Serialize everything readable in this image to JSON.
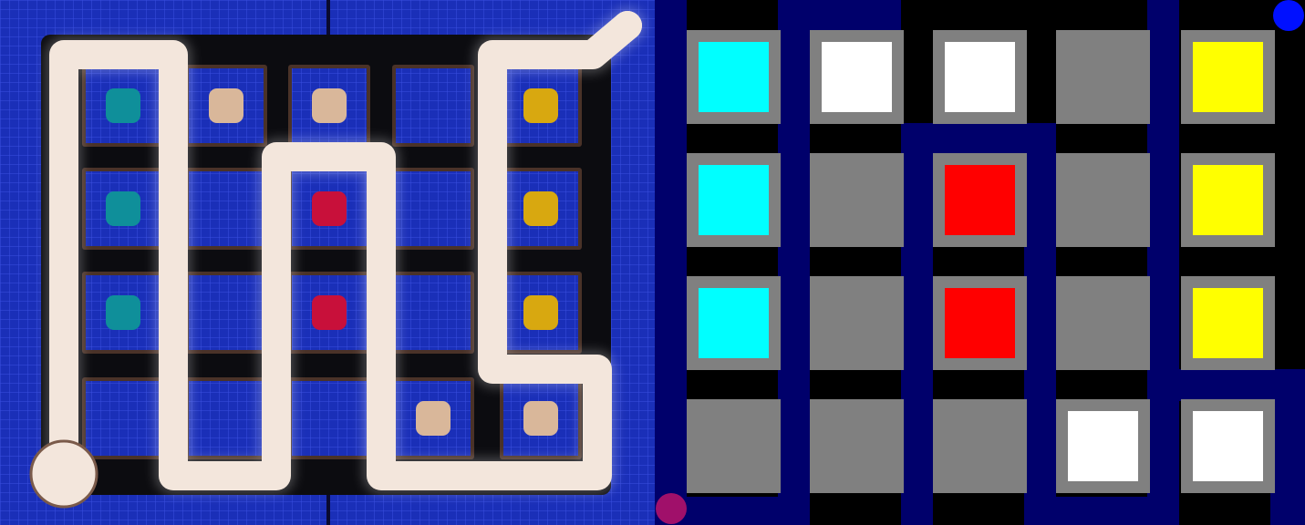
{
  "colors": {
    "board_blue": "#1a2fb8",
    "board_grid": "#3a4fe0",
    "board_frame": "#0c0c10",
    "cell_border": "#4a3228",
    "path_cream": "#f3e6dc",
    "schema_bg": "#000000",
    "schema_path": "#00006b",
    "schema_cell": "#808080",
    "start_marker": "#a0106a",
    "end_marker": "#0010ff"
  },
  "grid": {
    "rows": 4,
    "cols": 5
  },
  "cells": [
    [
      "cyan",
      "tan",
      "tan",
      "empty",
      "yellow"
    ],
    [
      "cyan",
      "empty",
      "red",
      "empty",
      "yellow"
    ],
    [
      "cyan",
      "empty",
      "red",
      "empty",
      "yellow"
    ],
    [
      "empty",
      "empty",
      "empty",
      "tan",
      "tan"
    ]
  ],
  "token_colors_3d": {
    "cyan": "#0f8f9a",
    "tan": "#d9b79a",
    "red": "#c8103a",
    "yellow": "#d8a810"
  },
  "token_colors_schema": {
    "cyan": "#00ffff",
    "tan": "#ffffff",
    "red": "#ff0000",
    "yellow": "#ffff00",
    "empty": "#808080"
  },
  "markers": {
    "start": "start-point",
    "end": "end-point"
  }
}
